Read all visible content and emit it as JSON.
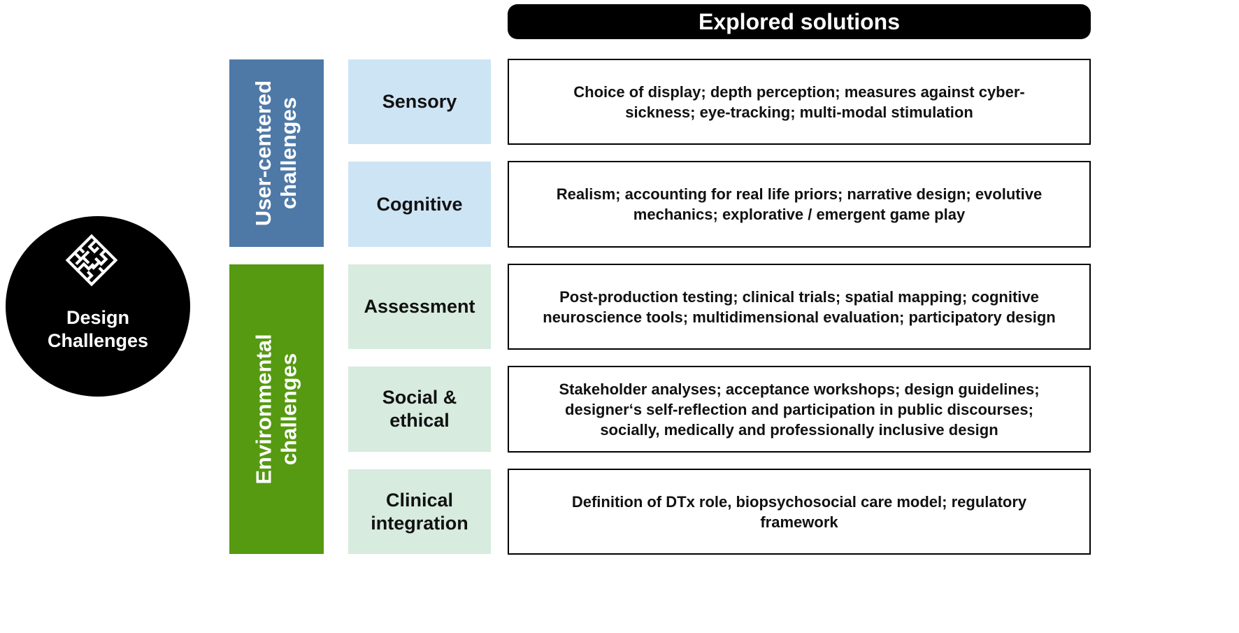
{
  "center": {
    "label_line1": "Design",
    "label_line2": "Challenges",
    "icon": "maze-icon"
  },
  "header": {
    "title": "Explored solutions"
  },
  "groups": [
    {
      "label_line1": "User-centered",
      "label_line2": "challenges",
      "color": "#4e79a7"
    },
    {
      "label_line1": "Environmental",
      "label_line2": "challenges",
      "color": "#559a10"
    }
  ],
  "categories": [
    {
      "label_line1": "Sensory",
      "label_line2": "",
      "color": "#cde4f4"
    },
    {
      "label_line1": "Cognitive",
      "label_line2": "",
      "color": "#cde4f4"
    },
    {
      "label_line1": "Assessment",
      "label_line2": "",
      "color": "#d7ebdf"
    },
    {
      "label_line1": "Social &",
      "label_line2": "ethical",
      "color": "#d7ebdf"
    },
    {
      "label_line1": "Clinical",
      "label_line2": "integration",
      "color": "#d7ebdf"
    }
  ],
  "solutions": [
    {
      "line1": "Choice of display; depth perception; measures against cyber-",
      "line2": "sickness; eye-tracking; multi-modal stimulation",
      "line3": ""
    },
    {
      "line1": "Realism; accounting for real life priors; narrative design; evolutive",
      "line2": "mechanics; explorative / emergent game play",
      "line3": ""
    },
    {
      "line1": "Post-production testing; clinical trials; spatial mapping; cognitive",
      "line2": "neuroscience tools; multidimensional evaluation; participatory design",
      "line3": ""
    },
    {
      "line1": "Stakeholder analyses; acceptance workshops; design guidelines;",
      "line2": "designer‘s self-reflection and participation in public discourses;",
      "line3": "socially, medically and professionally inclusive design"
    },
    {
      "line1": "Definition of DTx role, biopsychosocial care model; regulatory",
      "line2": "framework",
      "line3": ""
    }
  ]
}
